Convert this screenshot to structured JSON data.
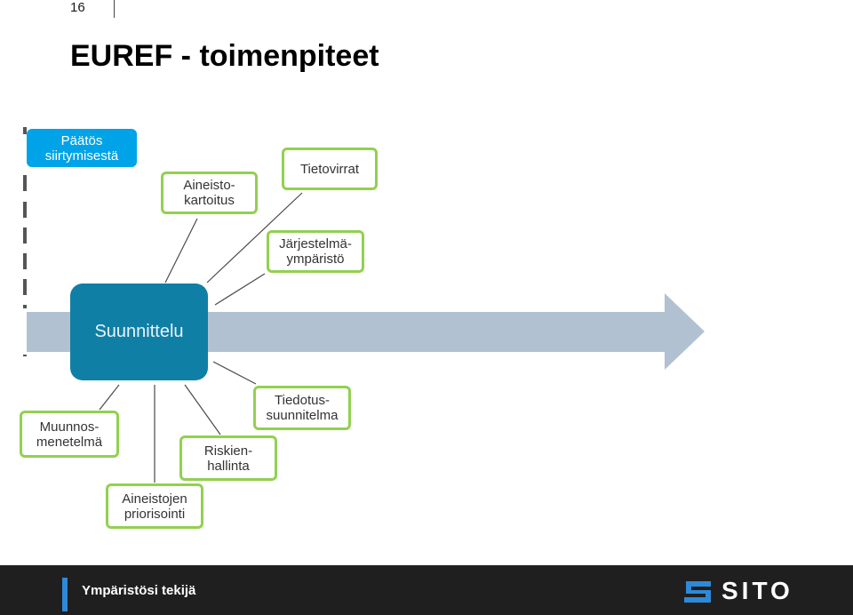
{
  "header": {
    "page_number": "16",
    "title": "EUREF - toimenpiteet"
  },
  "diagram": {
    "arrow_color": "#b2c1d2",
    "center": {
      "label": "Suunnittelu",
      "color": "#107fa5"
    },
    "decision": {
      "label": "Päätös\nsiirtymisestä",
      "color": "#00a3e8"
    },
    "nodes": {
      "aineistokartoitus": "Aineisto-\nkartoitus",
      "tietovirrat": "Tietovirrat",
      "jarjestelmaymparisto": "Järjestelmä-\nympäristö",
      "muunnosmenetelma": "Muunnos-\nmenetelmä",
      "aineistojen_priorisointi": "Aineistojen\npriorisointi",
      "riskienhallinta": "Riskien-\nhallinta",
      "tiedotussuunnitelma": "Tiedotus-\nsuunnitelma"
    },
    "node_border_color": "#92d050"
  },
  "footer": {
    "tagline": "Ympäristösi tekijä",
    "logo_text": "SITO"
  }
}
